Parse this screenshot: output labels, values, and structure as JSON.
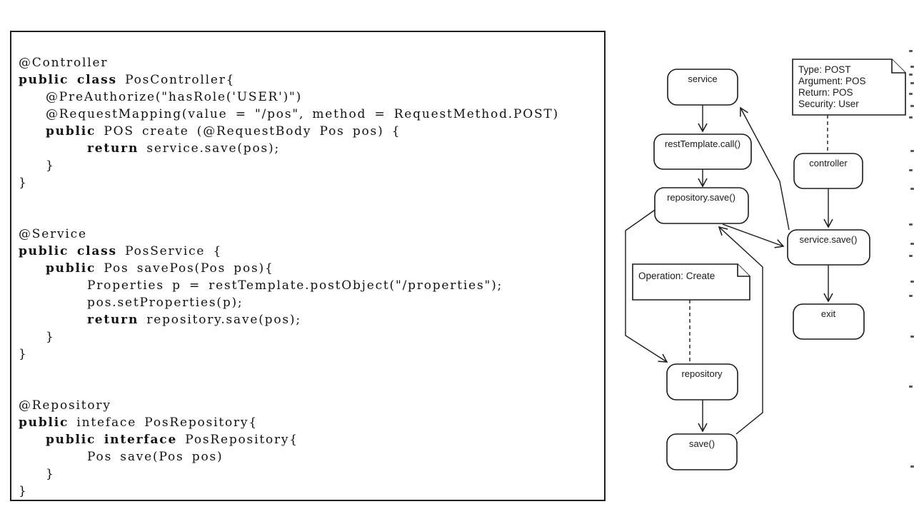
{
  "code": {
    "lines": [
      {
        "indent": 0,
        "segments": [
          {
            "text": "@Controller",
            "bold": false
          }
        ]
      },
      {
        "indent": 0,
        "segments": [
          {
            "text": "public class",
            "bold": true
          },
          {
            "text": " PosController{",
            "bold": false
          }
        ]
      },
      {
        "indent": 1,
        "segments": [
          {
            "text": "@PreAuthorize(\"hasRole('USER')\")",
            "bold": false
          }
        ]
      },
      {
        "indent": 1,
        "segments": [
          {
            "text": "@RequestMapping(value = \"/pos\", method = RequestMethod.POST)",
            "bold": false
          }
        ]
      },
      {
        "indent": 1,
        "segments": [
          {
            "text": "public",
            "bold": true
          },
          {
            "text": " POS create (@RequestBody Pos pos) {",
            "bold": false
          }
        ]
      },
      {
        "indent": 2,
        "segments": [
          {
            "text": "return",
            "bold": true
          },
          {
            "text": " service.save(pos);",
            "bold": false
          }
        ]
      },
      {
        "indent": 1,
        "segments": [
          {
            "text": "}",
            "bold": false
          }
        ]
      },
      {
        "indent": 0,
        "segments": [
          {
            "text": "}",
            "bold": false
          }
        ]
      },
      {
        "indent": 0,
        "segments": []
      },
      {
        "indent": 0,
        "segments": []
      },
      {
        "indent": 0,
        "segments": [
          {
            "text": "@Service",
            "bold": false
          }
        ]
      },
      {
        "indent": 0,
        "segments": [
          {
            "text": "public class",
            "bold": true
          },
          {
            "text": " PosService {",
            "bold": false
          }
        ]
      },
      {
        "indent": 1,
        "segments": [
          {
            "text": "public",
            "bold": true
          },
          {
            "text": " Pos savePos(Pos pos){",
            "bold": false
          }
        ]
      },
      {
        "indent": 2,
        "segments": [
          {
            "text": "Properties p = restTemplate.postObject(\"/properties\");",
            "bold": false
          }
        ]
      },
      {
        "indent": 2,
        "segments": [
          {
            "text": "pos.setProperties(p);",
            "bold": false
          }
        ]
      },
      {
        "indent": 2,
        "segments": [
          {
            "text": "return",
            "bold": true
          },
          {
            "text": " repository.save(pos);",
            "bold": false
          }
        ]
      },
      {
        "indent": 1,
        "segments": [
          {
            "text": "}",
            "bold": false
          }
        ]
      },
      {
        "indent": 0,
        "segments": [
          {
            "text": "}",
            "bold": false
          }
        ]
      },
      {
        "indent": 0,
        "segments": []
      },
      {
        "indent": 0,
        "segments": []
      },
      {
        "indent": 0,
        "segments": [
          {
            "text": "@Repository",
            "bold": false
          }
        ]
      },
      {
        "indent": 0,
        "segments": [
          {
            "text": "public",
            "bold": true
          },
          {
            "text": " inteface PosRepository{",
            "bold": false
          }
        ]
      },
      {
        "indent": 1,
        "segments": [
          {
            "text": "public interface",
            "bold": true
          },
          {
            "text": " PosRepository{",
            "bold": false
          }
        ]
      },
      {
        "indent": 2,
        "segments": [
          {
            "text": "Pos save(Pos pos)",
            "bold": false
          }
        ]
      },
      {
        "indent": 1,
        "segments": [
          {
            "text": "}",
            "bold": false
          }
        ]
      },
      {
        "indent": 0,
        "segments": [
          {
            "text": "}",
            "bold": false
          }
        ]
      }
    ]
  },
  "diagram": {
    "nodes": {
      "service": {
        "label": "service"
      },
      "rest_template_call": {
        "label": "restTemplate.call()"
      },
      "repository_save": {
        "label": "repository.save()"
      },
      "controller": {
        "label": "controller"
      },
      "service_save": {
        "label": "service.save()"
      },
      "exit": {
        "label": "exit"
      },
      "repository": {
        "label": "repository"
      },
      "save": {
        "label": "save()"
      }
    },
    "notes": {
      "request_note": {
        "lines": [
          "Type: POST",
          "Argument: POS",
          "Return: POS",
          "Security: User"
        ]
      },
      "operation_note": {
        "lines": [
          "Operation: Create"
        ]
      }
    },
    "edges": [
      {
        "from": "service",
        "to": "rest_template_call",
        "style": "solid-arrow"
      },
      {
        "from": "rest_template_call",
        "to": "repository_save",
        "style": "solid-arrow"
      },
      {
        "from": "repository_save",
        "to": "service_save",
        "style": "solid-arrow"
      },
      {
        "from": "save",
        "to": "repository_save",
        "style": "solid-arrow"
      },
      {
        "from": "repository_save",
        "to": "repository",
        "style": "solid-arrow"
      },
      {
        "from": "service_save",
        "to": "service",
        "style": "solid-arrow"
      },
      {
        "from": "controller",
        "to": "service_save",
        "style": "solid-arrow"
      },
      {
        "from": "service_save",
        "to": "exit",
        "style": "solid-arrow"
      },
      {
        "from": "repository",
        "to": "save",
        "style": "solid-arrow"
      },
      {
        "from": "request_note",
        "to": "controller",
        "style": "dashed"
      },
      {
        "from": "operation_note",
        "to": "repository",
        "style": "dashed"
      }
    ],
    "colors": {
      "stroke": "#1a1a1a",
      "background": "#ffffff"
    }
  },
  "artifacts": {
    "edge_marks_y": [
      70,
      92,
      103,
      115,
      130,
      147,
      163,
      210,
      237,
      263,
      313,
      340,
      357,
      393,
      413,
      470,
      540,
      652
    ]
  }
}
